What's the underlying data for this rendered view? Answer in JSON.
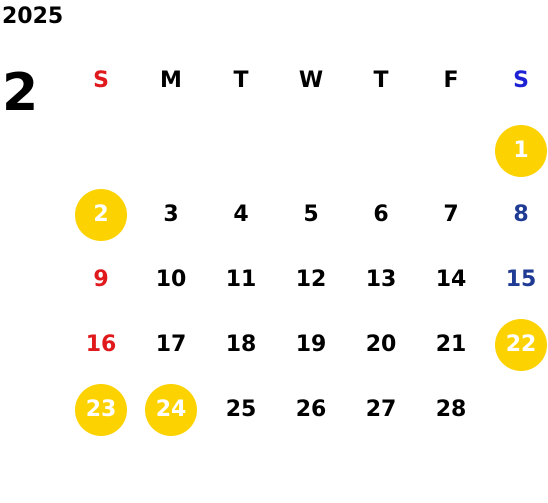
{
  "year": "2025",
  "month": "2",
  "weekdays": [
    "S",
    "M",
    "T",
    "W",
    "T",
    "F",
    "S"
  ],
  "weeks": [
    [
      "",
      "",
      "",
      "",
      "",
      "",
      "1"
    ],
    [
      "2",
      "3",
      "4",
      "5",
      "6",
      "7",
      "8"
    ],
    [
      "9",
      "10",
      "11",
      "12",
      "13",
      "14",
      "15"
    ],
    [
      "16",
      "17",
      "18",
      "19",
      "20",
      "21",
      "22"
    ],
    [
      "23",
      "24",
      "25",
      "26",
      "27",
      "28",
      ""
    ]
  ],
  "highlighted_days": [
    "1",
    "2",
    "22",
    "23",
    "24"
  ],
  "colors": {
    "highlight": "#fcd200",
    "sunday": "#e0191c",
    "saturday": "#1f3b94",
    "saturday_header": "#1e22d4",
    "text": "#000000"
  }
}
